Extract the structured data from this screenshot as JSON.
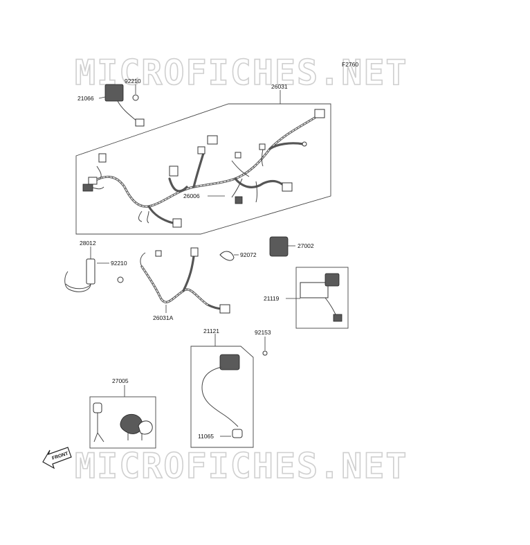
{
  "figure_code": "F2760",
  "watermark": "MICROFICHES.NET",
  "front_label": "FRONT",
  "parts": {
    "harness_main": "26031",
    "regulator": "21066",
    "nut_top": "92210",
    "harness_clip": "26006",
    "sub_harness": "26031A",
    "switch": "28012",
    "nut_mid": "92210",
    "clamp": "92072",
    "relay": "27002",
    "cdi_unit": "21119",
    "ignition_coil": "21121",
    "bolt": "92153",
    "plug_cap": "11065",
    "horn_set": "27005"
  }
}
